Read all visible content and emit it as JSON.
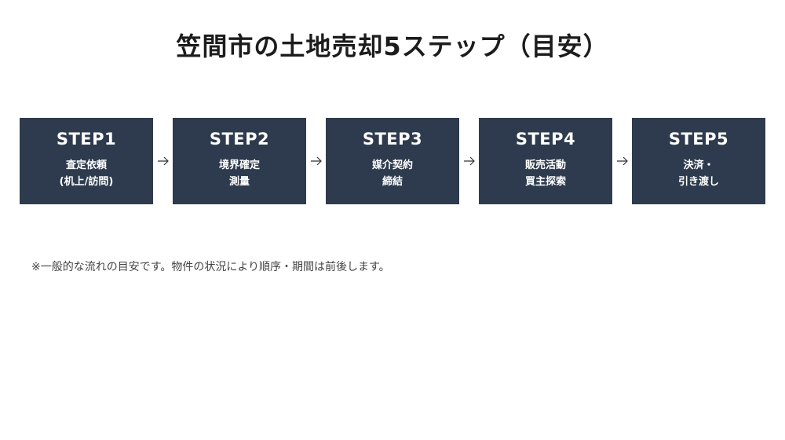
{
  "title": "笠間市の土地売却5ステップ（目安）",
  "steps": [
    {
      "label": "STEP1",
      "lines": [
        "査定依頼",
        "(机上/訪問)"
      ]
    },
    {
      "label": "STEP2",
      "lines": [
        "境界確定",
        "測量"
      ]
    },
    {
      "label": "STEP3",
      "lines": [
        "媒介契約",
        "締結"
      ]
    },
    {
      "label": "STEP4",
      "lines": [
        "販売活動",
        "買主探索"
      ]
    },
    {
      "label": "STEP5",
      "lines": [
        "決済・",
        "引き渡し"
      ]
    }
  ],
  "connector_icon": "arrow-right-icon",
  "colors": {
    "step_background": "#2e3b4e",
    "step_text": "#ffffff",
    "arrow": "#333333"
  },
  "footnote": "※一般的な流れの目安です。物件の状況により順序・期間は前後します。"
}
